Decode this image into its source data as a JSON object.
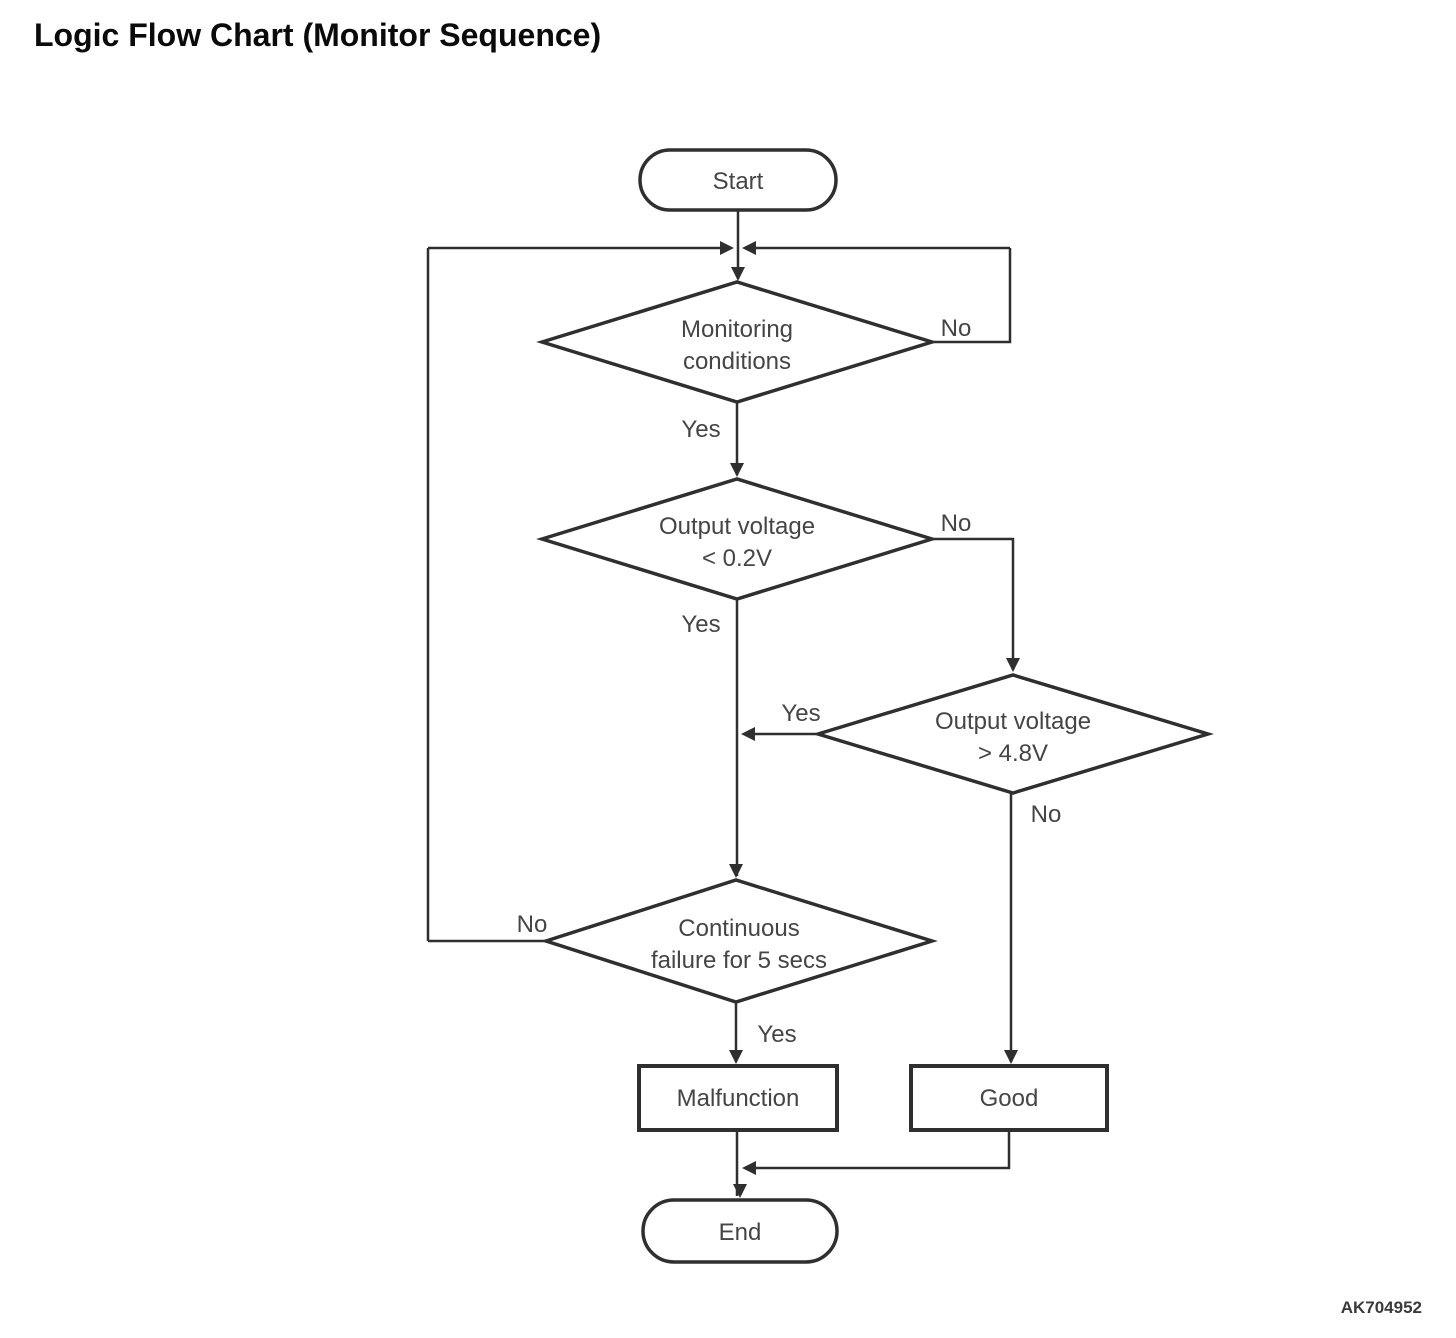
{
  "title": "Logic Flow Chart (Monitor Sequence)",
  "watermark": "AK704952",
  "colors": {
    "line": "#2f2f2f",
    "node_text": "#454545",
    "title_text": "#0a0a0a",
    "background": "#ffffff"
  },
  "nodes": {
    "start": {
      "label": "Start",
      "type": "terminator"
    },
    "monitoring": {
      "line1": "Monitoring",
      "line2": "conditions",
      "type": "decision"
    },
    "voltage_low": {
      "line1": "Output voltage",
      "line2": "< 0.2V",
      "type": "decision"
    },
    "voltage_high": {
      "line1": "Output voltage",
      "line2": "> 4.8V",
      "type": "decision"
    },
    "continuous_failure": {
      "line1": "Continuous",
      "line2": "failure for 5 secs",
      "type": "decision"
    },
    "malfunction": {
      "label": "Malfunction",
      "type": "process"
    },
    "good": {
      "label": "Good",
      "type": "process"
    },
    "end": {
      "label": "End",
      "type": "terminator"
    }
  },
  "edge_labels": {
    "monitoring_no": "No",
    "monitoring_yes": "Yes",
    "voltage_low_no": "No",
    "voltage_low_yes": "Yes",
    "voltage_high_yes": "Yes",
    "voltage_high_no": "No",
    "continuous_failure_no": "No",
    "continuous_failure_yes": "Yes"
  }
}
